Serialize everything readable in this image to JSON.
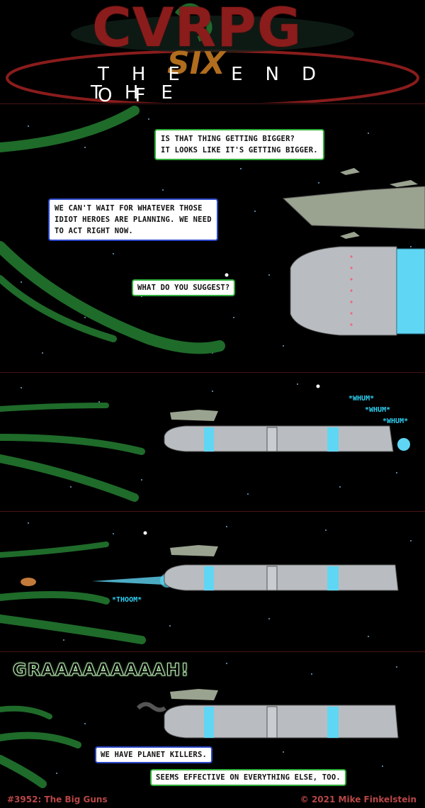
{
  "header": {
    "logo": "CVRPG",
    "edition": "SIX",
    "subtitle_line1": "THE END OF",
    "subtitle_line2": "THE UNIVERSE"
  },
  "panels": [
    {
      "bubbles": [
        {
          "line1": "Is that thing getting bigger?",
          "line2": "It looks like it's getting bigger."
        },
        {
          "line1": "We can't wait for whatever those",
          "line2": "idiot heroes are planning. We need",
          "line3": "to act right now."
        },
        {
          "line1": "What do you suggest?"
        }
      ]
    },
    {
      "sfx": [
        "*WHUM*",
        "*WHUM*",
        "*WHUM*"
      ]
    },
    {
      "sfx": [
        "*THOOM*"
      ]
    },
    {
      "roar": "GRAAAAAAAAAH!",
      "bubbles": [
        {
          "line1": "We have planet killers."
        },
        {
          "line1": "Seems effective on everything else, too."
        }
      ]
    }
  ],
  "footer": {
    "strip_number_title": "#3952: The Big Guns",
    "copyright": "© 2021 Mike Finkelstein"
  },
  "colors": {
    "logo_red": "#8a1c1c",
    "six_orange": "#b06d1e",
    "tentacle_green": "#1f6b2a",
    "ship_gray": "#a9aeb2",
    "energy_cyan": "#5fd6f4",
    "footer_red": "#b94646"
  }
}
